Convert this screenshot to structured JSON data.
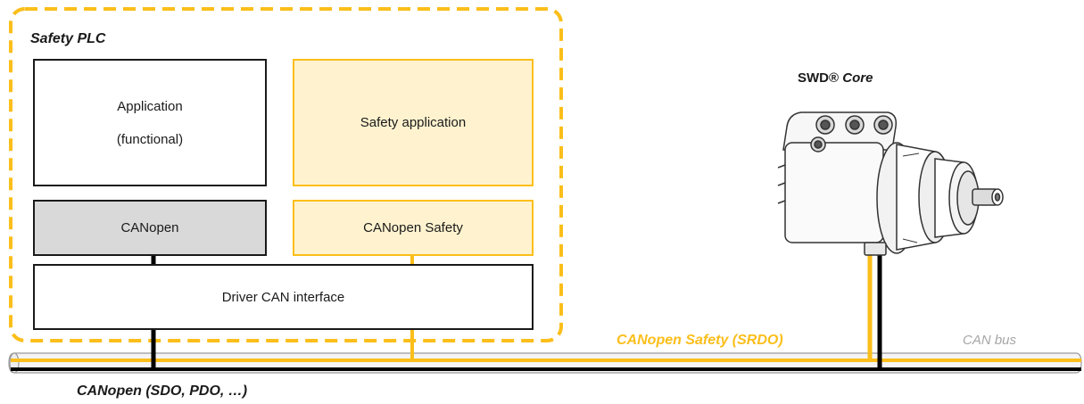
{
  "safety_plc": {
    "title": "Safety PLC",
    "application": {
      "line1": "Application",
      "line2": "(functional)"
    },
    "safety_application": "Safety application",
    "canopen": "CANopen",
    "canopen_safety": "CANopen Safety",
    "driver": "Driver CAN interface"
  },
  "device": {
    "brand": "SWD®",
    "model": "Core"
  },
  "bus": {
    "srdo_label": "CANopen Safety (SRDO)",
    "can_bus_label": "CAN bus",
    "canopen_label": "CANopen (SDO, PDO, …)"
  },
  "colors": {
    "safety_yellow": "#FBBE1A",
    "safety_fill": "#FFF3CF",
    "canopen_gray": "#D9D9D9",
    "bus_black": "#000000",
    "can_bus_text": "#A6A6A6"
  }
}
